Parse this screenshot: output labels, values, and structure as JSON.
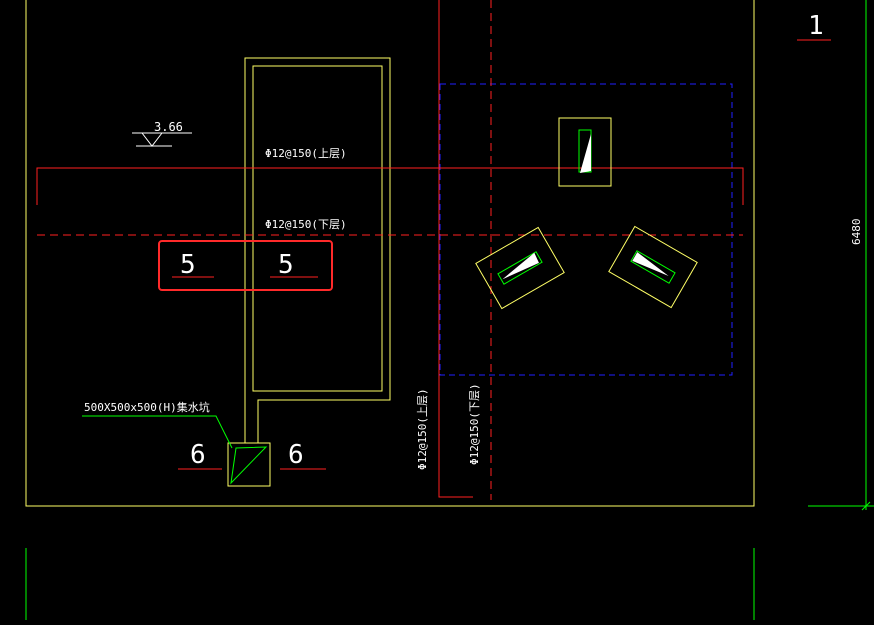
{
  "drawing": {
    "elevation_mark": "3.66",
    "rebar_top_label": "Φ12@150(上层)",
    "rebar_bottom_label": "Φ12@150(下层)",
    "sump_label": "500X500x500(H)集水坑",
    "section_5_left": "5",
    "section_5_right": "5",
    "section_6_left": "6",
    "section_6_right": "6",
    "axis_number": "1",
    "dimension_value": "6480"
  },
  "colors": {
    "background": "#000000",
    "outline_yellow": "#ffff66",
    "rebar_red": "#ff2020",
    "dash_blue": "#2020ff",
    "green": "#00ff00",
    "white": "#ffffff",
    "highlight": "#ff2a2a"
  }
}
